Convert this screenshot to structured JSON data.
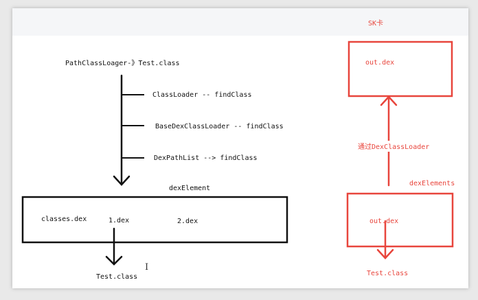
{
  "colors": {
    "background": "#e9e9e9",
    "panel": "#ffffff",
    "ink": "#111111",
    "red": "#e8453c"
  },
  "left_flow": {
    "start_label": "PathClassLoager-》Test.class",
    "steps": [
      "ClassLoader -- findClass",
      "BaseDexClassLoader -- findClass",
      "DexPathList --> findClass"
    ],
    "array_label": "dexElement",
    "elements": [
      "classes.dex",
      "1.dex",
      "2.dex"
    ],
    "result_label": "Test.class"
  },
  "right_flow": {
    "title": "SK卡",
    "top_box_label": "out.dex",
    "via_label": "通过DexClassLoader",
    "array_label": "dexElements",
    "bottom_box_label": "out.dex",
    "result_label": "Test.class"
  },
  "cursor_glyph": "I"
}
